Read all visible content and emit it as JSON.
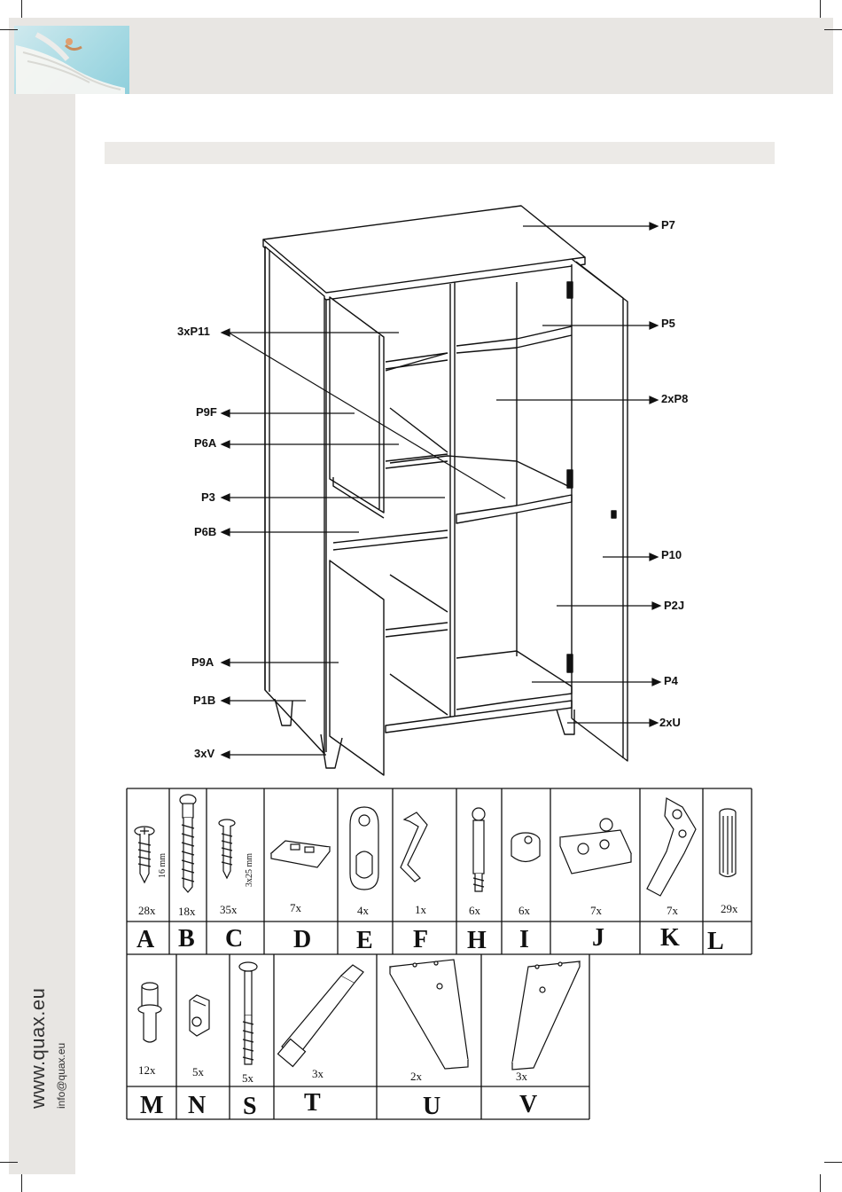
{
  "branding": {
    "website": "www.quax.eu",
    "email": "info@quax.eu"
  },
  "diagram_labels": {
    "p7": "P7",
    "p5": "P5",
    "p8": "2xP8",
    "p10": "P10",
    "p2j": "P2J",
    "p4": "P4",
    "u": "2xU",
    "p11": "3xP11",
    "p9f": "P9F",
    "p6a": "P6A",
    "p3": "P3",
    "p6b": "P6B",
    "p9a": "P9A",
    "p1b": "P1B",
    "v": "3xV"
  },
  "hardware_row1": [
    {
      "letter": "A",
      "count": "28x",
      "note": "16 mm"
    },
    {
      "letter": "B",
      "count": "18x"
    },
    {
      "letter": "C",
      "count": "35x",
      "note": "3x25 mm"
    },
    {
      "letter": "D",
      "count": "7x"
    },
    {
      "letter": "E",
      "count": "4x"
    },
    {
      "letter": "F",
      "count": "1x"
    },
    {
      "letter": "H",
      "count": "6x"
    },
    {
      "letter": "I",
      "count": "6x"
    },
    {
      "letter": "J",
      "count": "7x"
    },
    {
      "letter": "K",
      "count": "7x"
    },
    {
      "letter": "L",
      "count": "29x"
    }
  ],
  "hardware_row2": [
    {
      "letter": "M",
      "count": "12x"
    },
    {
      "letter": "N",
      "count": "5x"
    },
    {
      "letter": "S",
      "count": "5x"
    },
    {
      "letter": "T",
      "count": "3x"
    },
    {
      "letter": "U",
      "count": "2x"
    },
    {
      "letter": "V",
      "count": "3x"
    }
  ]
}
